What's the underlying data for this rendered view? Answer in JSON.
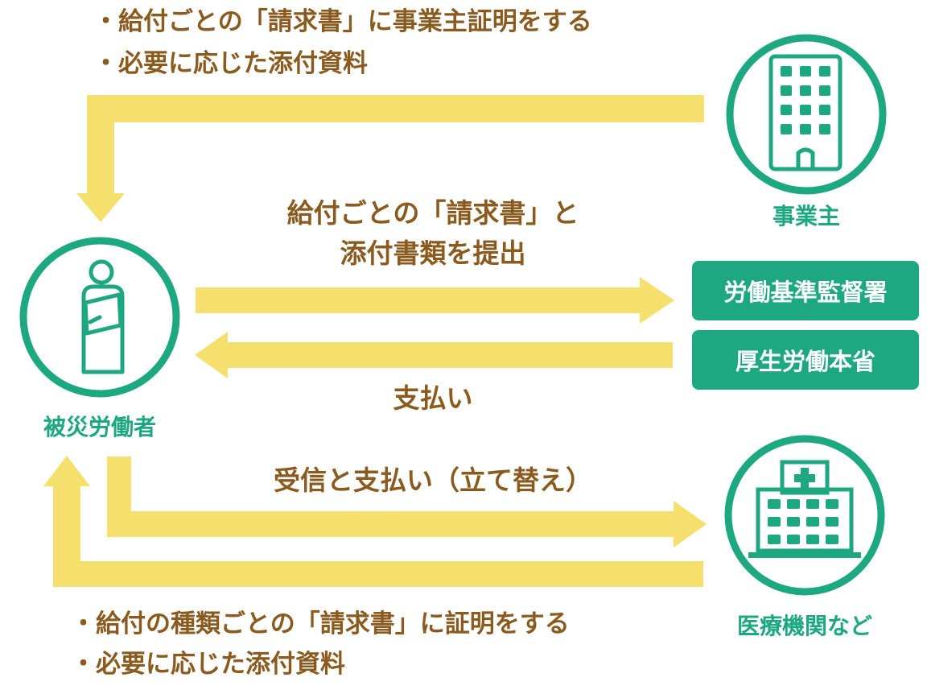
{
  "employer_notes": {
    "line1": "・給付ごとの「請求書」に事業主証明をする",
    "line2": "・必要に応じた添付資料"
  },
  "submit_label": {
    "line1": "給付ごとの「請求書」と",
    "line2": "添付書類を提出"
  },
  "payment_label": "支払い",
  "reimbursement_label": "受信と支払い（立て替え）",
  "hospital_notes": {
    "line1": "・給付の種類ごとの「請求書」に証明をする",
    "line2": "・必要に応じた添付資料"
  },
  "actors": {
    "worker": "被災労働者",
    "employer": "事業主",
    "hospital": "医療機関など"
  },
  "offices": {
    "labor_office": "労働基準監督署",
    "ministry": "厚生労働本省"
  },
  "colors": {
    "arrow": "#f5e06e",
    "accent_green": "#1ea882",
    "text_brown": "#8a5a1e"
  },
  "icons": {
    "worker": "injured-worker-icon",
    "employer": "building-icon",
    "hospital": "hospital-icon"
  }
}
